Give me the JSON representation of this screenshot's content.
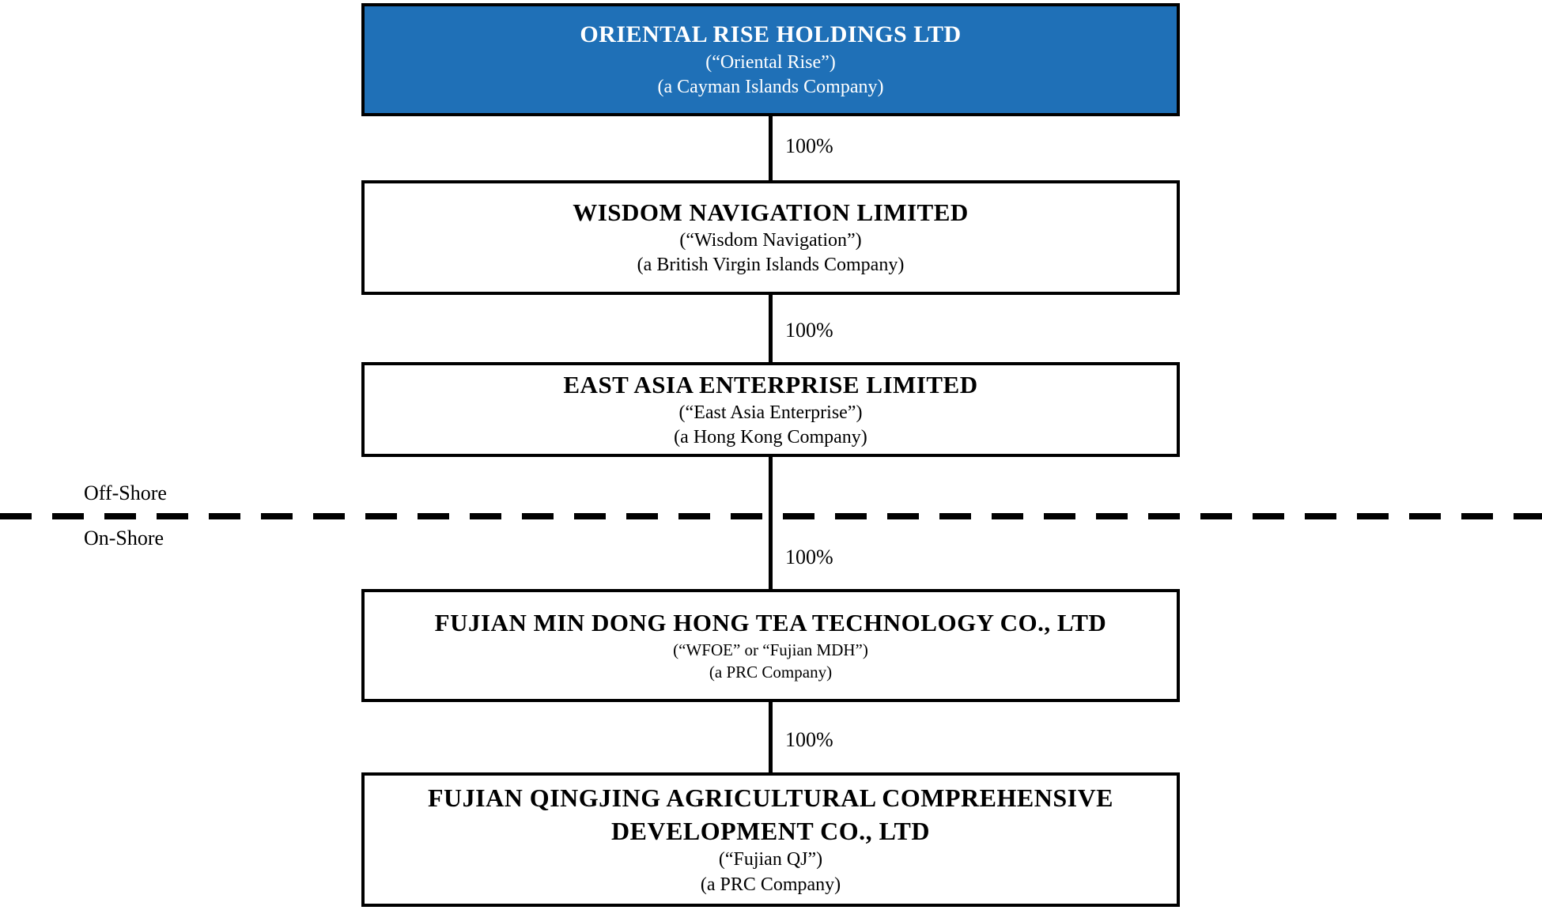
{
  "diagram": {
    "nodes": [
      {
        "name": "ORIENTAL RISE HOLDINGS LTD",
        "alias": "(“Oriental Rise”)",
        "jurisdiction": "(a Cayman Islands Company)"
      },
      {
        "name": "WISDOM NAVIGATION LIMITED",
        "alias": "(“Wisdom Navigation”)",
        "jurisdiction": "(a British Virgin Islands Company)"
      },
      {
        "name": "EAST ASIA ENTERPRISE LIMITED",
        "alias": "(“East Asia Enterprise”)",
        "jurisdiction": "(a Hong Kong Company)"
      },
      {
        "name": "FUJIAN MIN DONG HONG TEA TECHNOLOGY CO., LTD",
        "alias": "(“WFOE” or “Fujian MDH”)",
        "jurisdiction": "(a PRC Company)"
      },
      {
        "name_line1": "FUJIAN QINGJING AGRICULTURAL COMPREHENSIVE",
        "name_line2": "DEVELOPMENT CO., LTD",
        "alias": "(“Fujian QJ”)",
        "jurisdiction": "(a PRC Company)"
      }
    ],
    "ownership_labels": [
      "100%",
      "100%",
      "100%",
      "100%"
    ],
    "divider": {
      "above_label": "Off-Shore",
      "below_label": "On-Shore"
    },
    "colors": {
      "parent_box_fill": "#1F70B7",
      "parent_box_text": "#FFFFFF",
      "line_color": "#000000"
    }
  }
}
